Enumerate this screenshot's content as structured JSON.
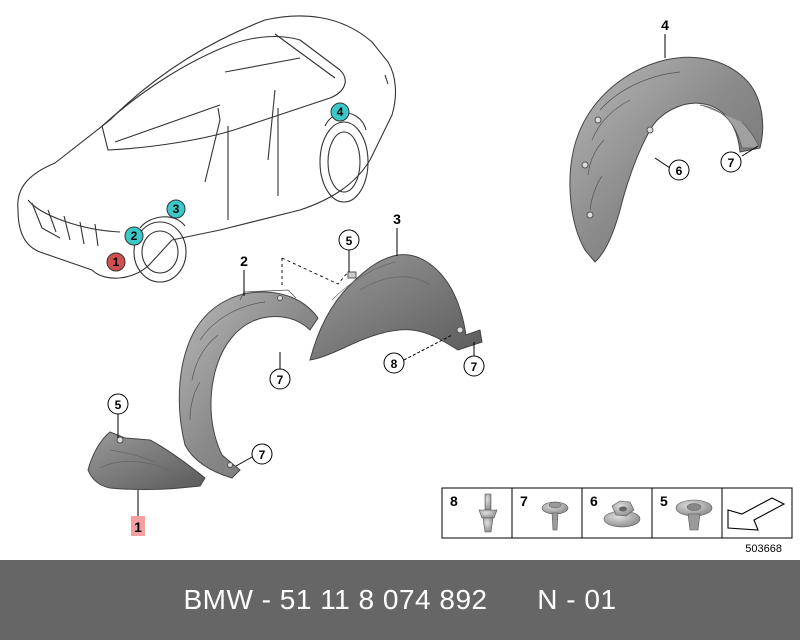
{
  "part_labels": {
    "p1": "1",
    "p2": "2",
    "p3": "3",
    "p4": "4"
  },
  "car_callouts": {
    "c1": "1",
    "c2": "2",
    "c3": "3",
    "c4": "4"
  },
  "callouts": {
    "c5a": "5",
    "c5b": "5",
    "c6": "6",
    "c7a": "7",
    "c7b": "7",
    "c7c": "7",
    "c7d": "7",
    "c8": "8"
  },
  "legend": {
    "items": [
      "8",
      "7",
      "6",
      "5"
    ]
  },
  "colors": {
    "callout_teal": "#3cc8c8",
    "callout_red": "#d05050",
    "highlight_pink": "#f4a0a0",
    "footer_bg": "#666666"
  },
  "reference_number": "503668",
  "footer": {
    "text": "BMW - 51 11 8 074 892      N - 01"
  }
}
